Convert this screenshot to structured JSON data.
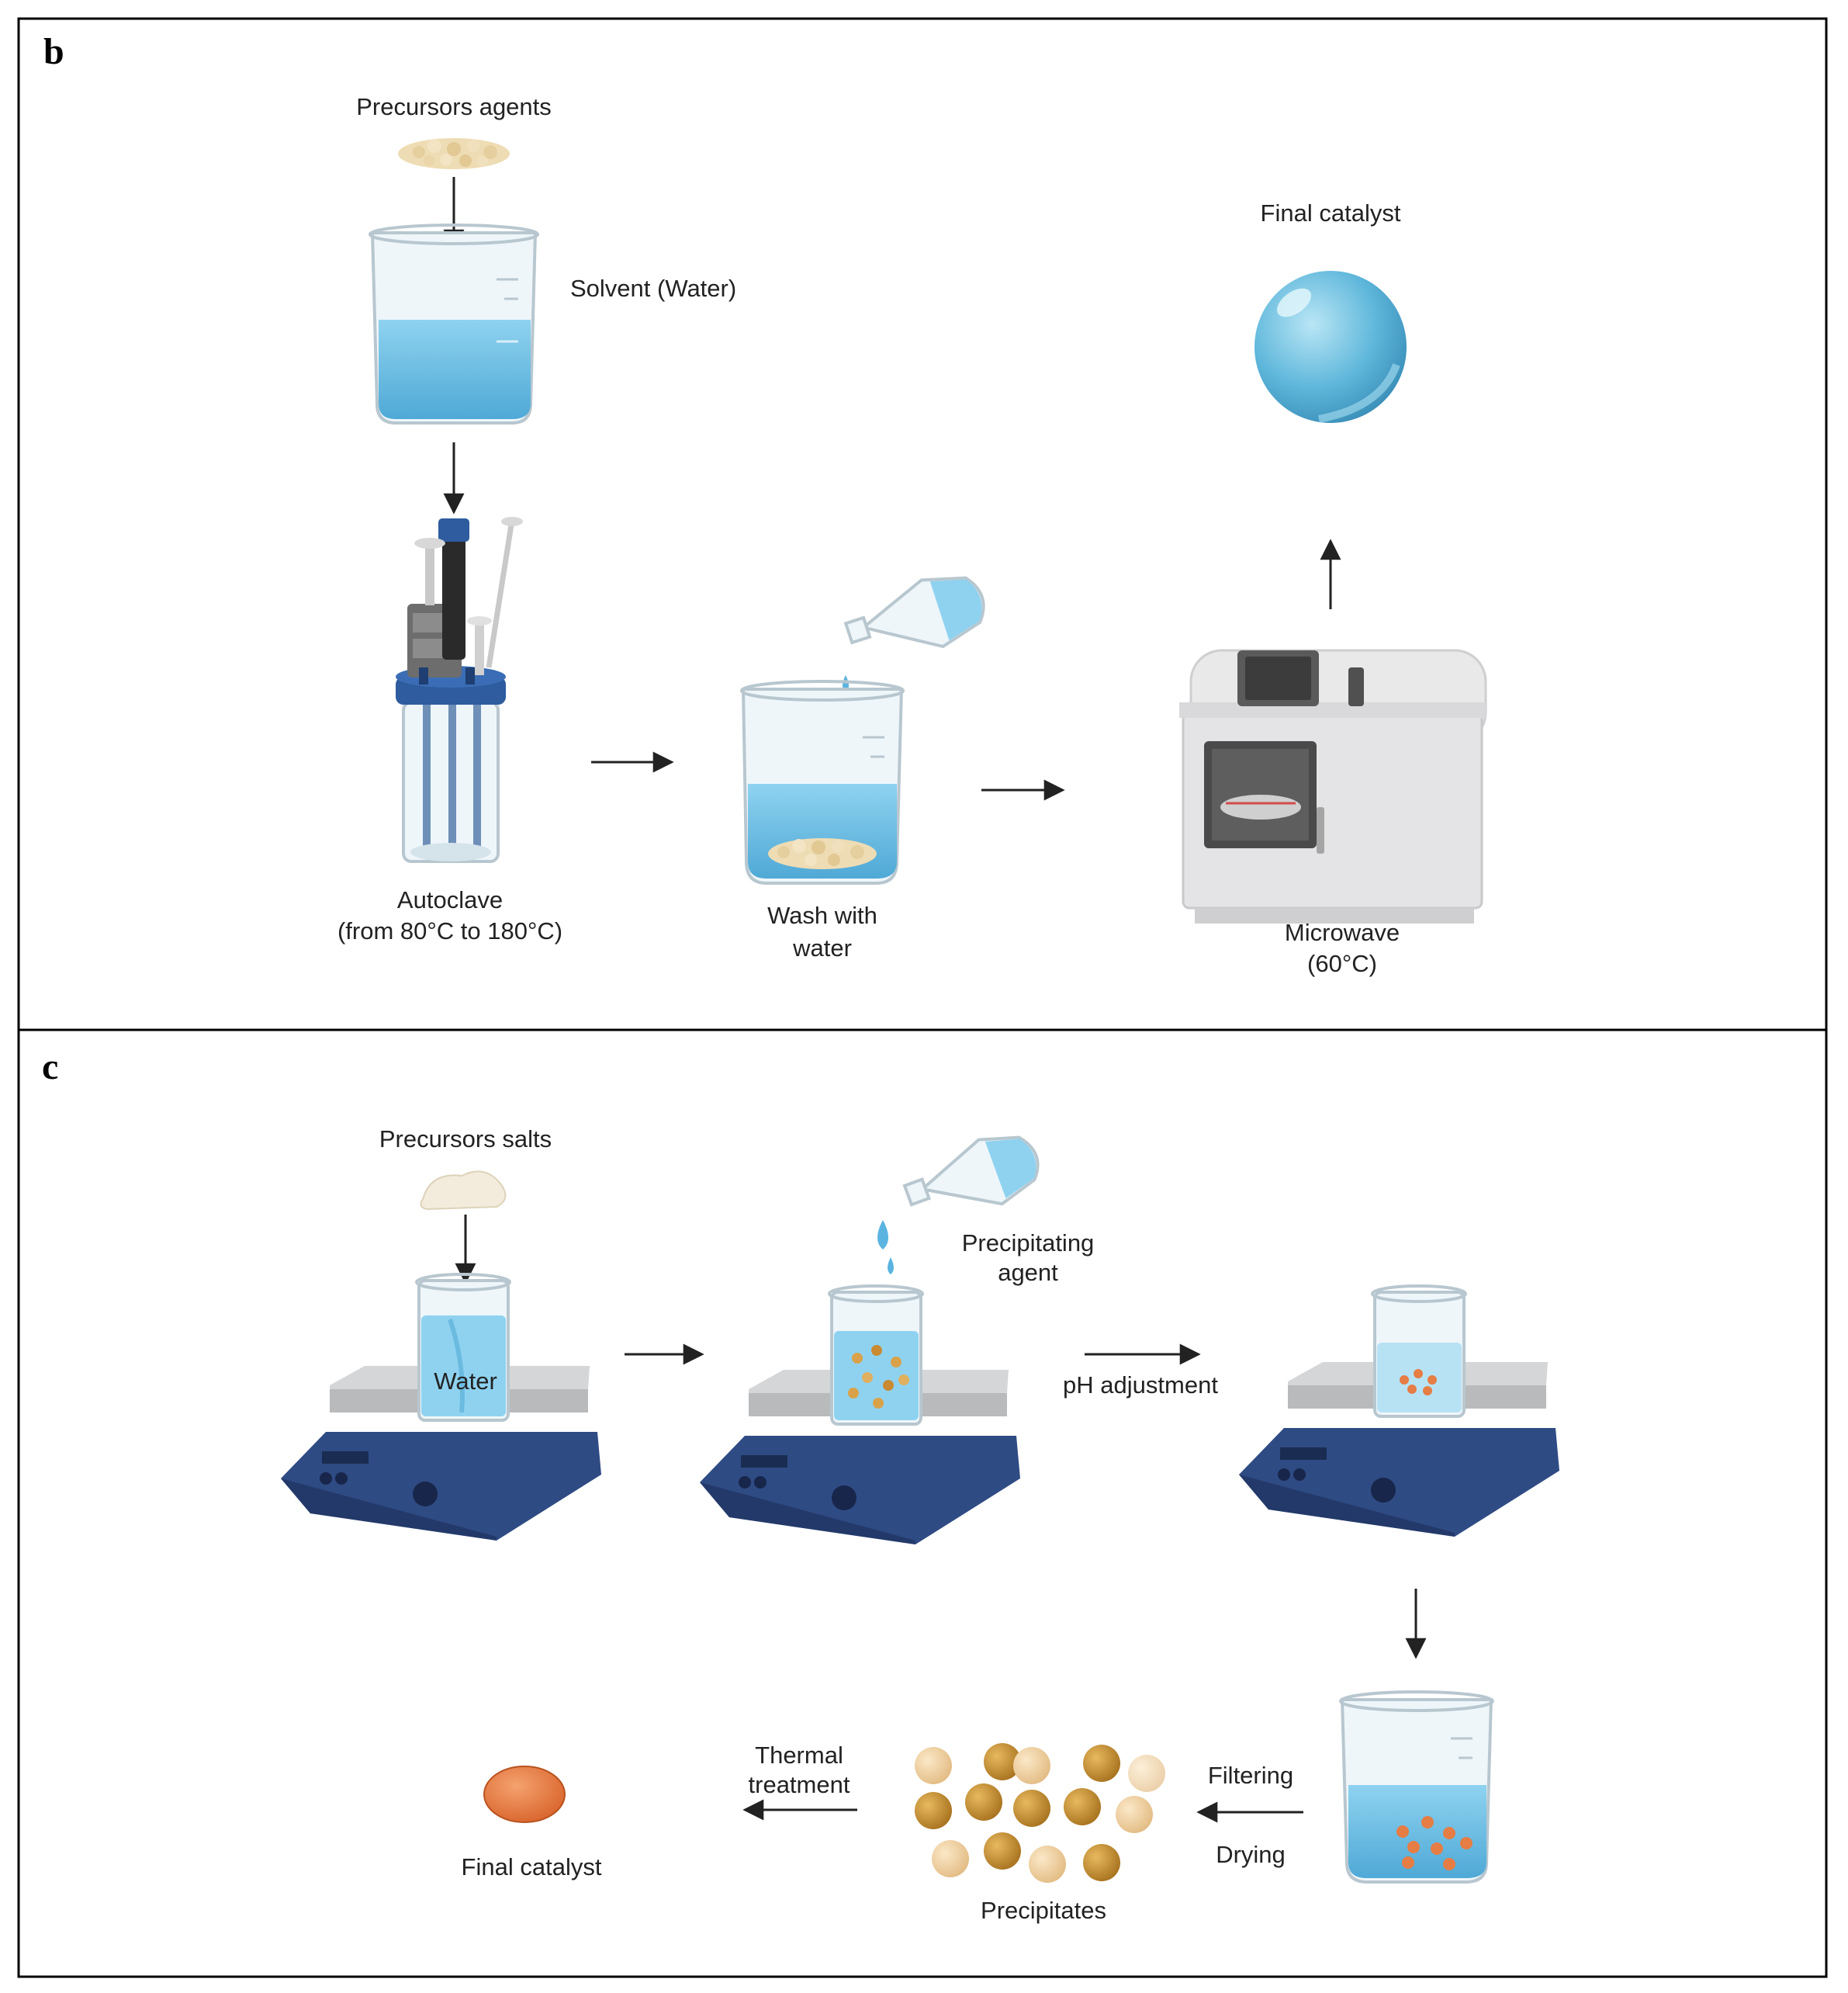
{
  "figure": {
    "panels": [
      {
        "letter": "b",
        "labels": {
          "precursors": "Precursors agents",
          "solvent": "Solvent (Water)",
          "final_catalyst": "Final catalyst",
          "autoclave_line1": "Autoclave",
          "autoclave_line2": "(from 80°C to 180°C)",
          "wash_line1": "Wash with",
          "wash_line2": "water",
          "microwave_line1": "Microwave",
          "microwave_line2": "(60°C)"
        }
      },
      {
        "letter": "c",
        "labels": {
          "precursors": "Precursors salts",
          "water": "Water",
          "precip_agent_line1": "Precipitating",
          "precip_agent_line2": "agent",
          "ph": "pH adjustment",
          "thermal_line1": "Thermal",
          "thermal_line2": "treatment",
          "filtering": "Filtering",
          "drying": "Drying",
          "precipitates": "Precipitates",
          "final_catalyst": "Final catalyst"
        }
      }
    ]
  },
  "colors": {
    "border": "#000000",
    "water": "#7cc6ea",
    "water_dark": "#4ea6d4",
    "glass": "#e8f3f8",
    "stirrer_blue": "#2f4b84",
    "precipitate": "#d9a24a",
    "catalyst_orange": "#e57d45",
    "sphere_blue": "#6fc3e3"
  }
}
